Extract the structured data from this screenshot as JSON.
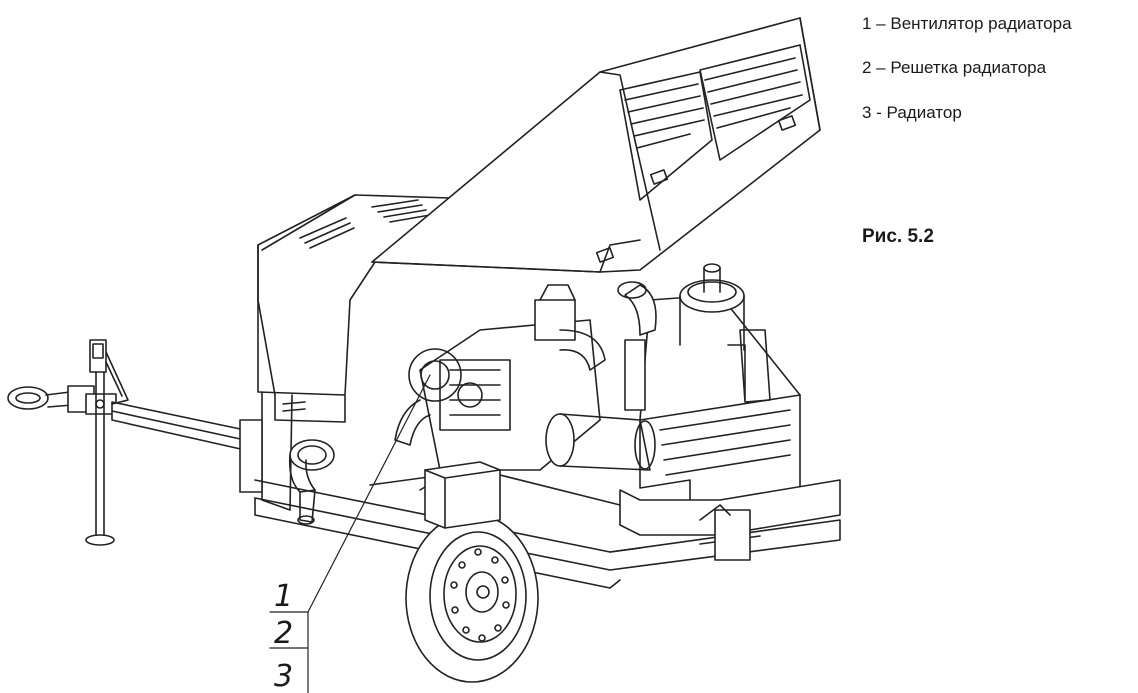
{
  "legend": {
    "items": [
      "1 – Вентилятор радиатора",
      "2 – Решетка радиатора",
      "3 - Радиатор"
    ]
  },
  "figure": {
    "caption": "Рис. 5.2"
  },
  "callouts": {
    "numbers": [
      "1",
      "2",
      "3"
    ]
  }
}
